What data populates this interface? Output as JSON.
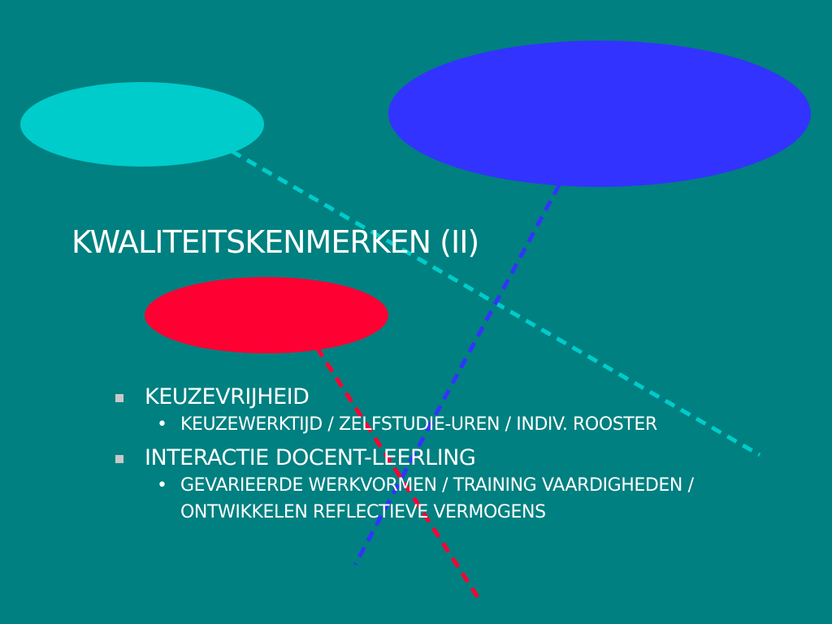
{
  "slide": {
    "title": "KWALITEITSKENMERKEN (II)",
    "background_color": "#008080",
    "bullets": [
      {
        "text": "KEUZEVRIJHEID",
        "sub": "KEUZEWERKTIJD / ZELFSTUDIE-UREN / INDIV. ROOSTER"
      },
      {
        "text": "INTERACTIE DOCENT-LEERLING",
        "sub": "GEVARIEERDE WERKVORMEN / TRAINING VAARDIGHEDEN / ONTWIKKELEN REFLECTIEVE VERMOGENS"
      }
    ],
    "decor_colors": {
      "cyan": "#00cccc",
      "blue": "#3333ff",
      "red": "#ff0033"
    }
  }
}
